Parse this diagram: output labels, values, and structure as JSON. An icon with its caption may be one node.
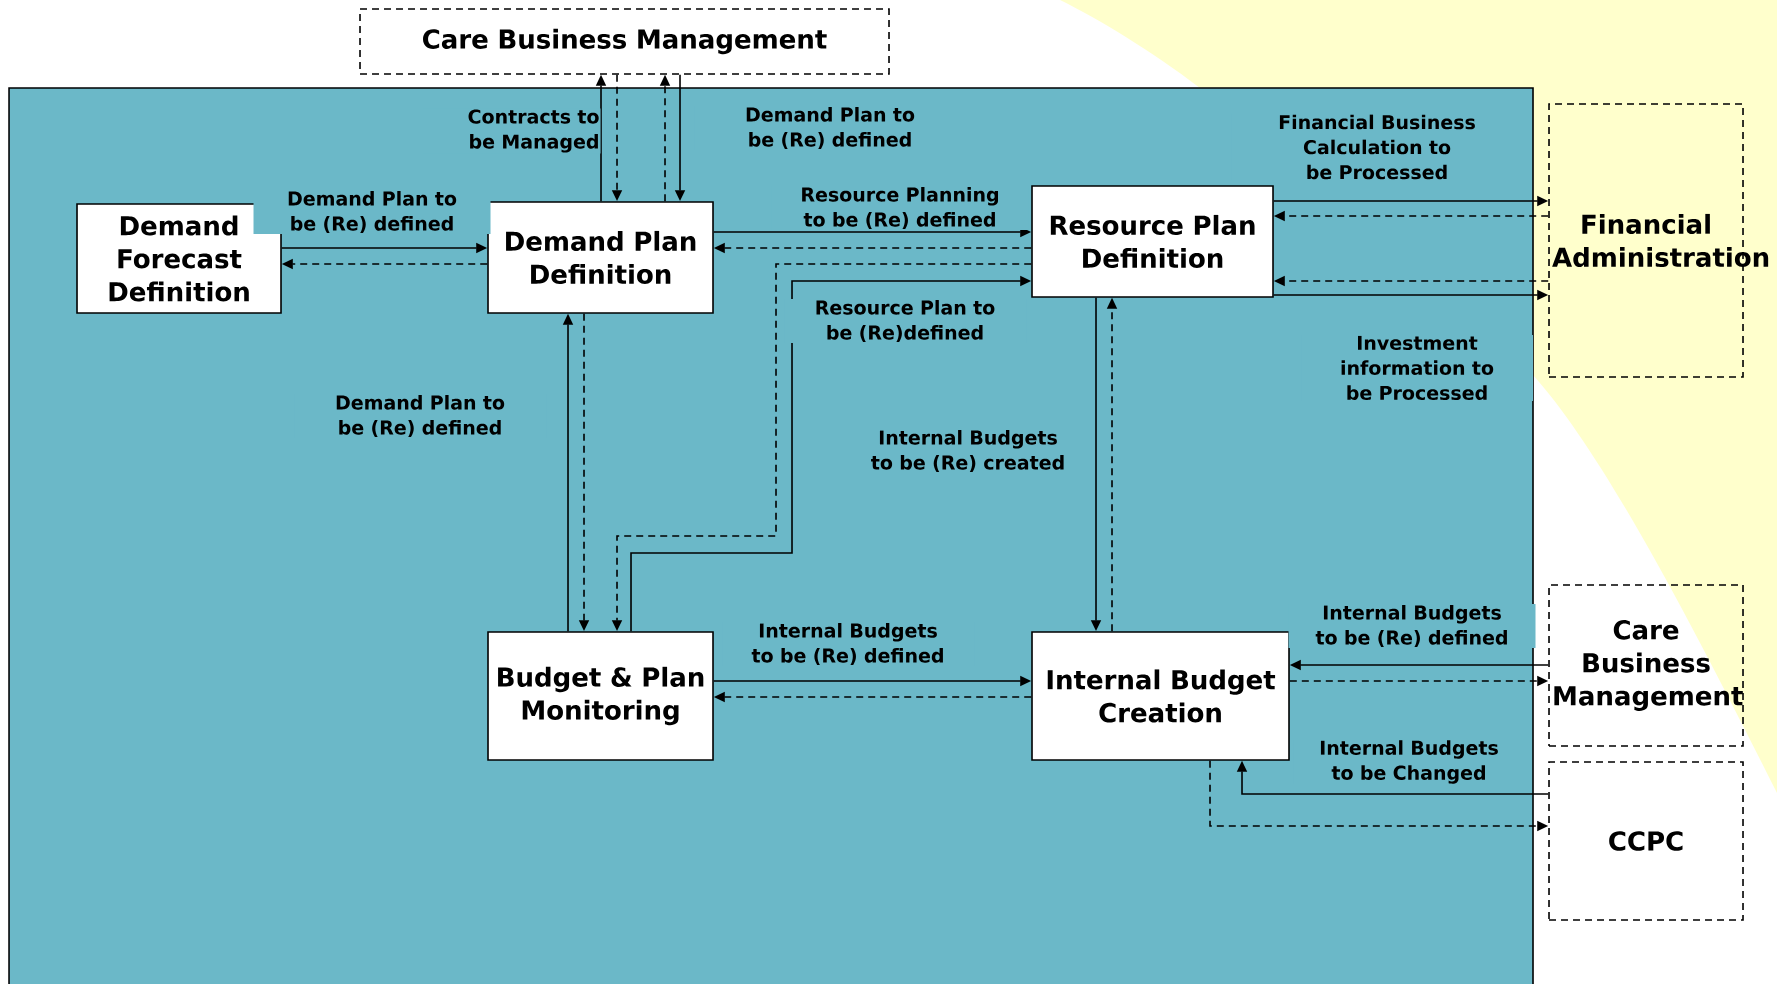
{
  "diagram": {
    "nodes": [
      {
        "text": [
          "Care Business Management"
        ]
      },
      {
        "text": [
          "Demand Forecast Definition"
        ]
      },
      {
        "text": [
          "Demand Plan Definition"
        ]
      },
      {
        "text": [
          "Resource Plan Definition"
        ]
      },
      {
        "text": [
          "Financial Administration"
        ]
      },
      {
        "text": [
          "Budget & Plan Monitoring"
        ]
      },
      {
        "text": [
          "Internal Budget Creation"
        ]
      },
      {
        "text": [
          "Care Business Management"
        ]
      },
      {
        "text": [
          "CCPC"
        ]
      }
    ],
    "edges": [
      {
        "from": 2,
        "to": 0,
        "arrow": "to",
        "label": "Contracts to be Managed"
      },
      {
        "from": 0,
        "to": 2,
        "arrow": "to",
        "style": "dashed"
      },
      {
        "from": 2,
        "to": 0,
        "arrow": "to",
        "style": "dashed"
      },
      {
        "from": 0,
        "to": 2,
        "arrow": "to",
        "label": "Demand Plan to be (Re) defined"
      },
      {
        "from": 1,
        "to": 2,
        "arrow": "to",
        "label": "Demand Plan to be (Re) defined"
      },
      {
        "from": 2,
        "to": 1,
        "arrow": "to",
        "style": "dashed"
      },
      {
        "from": 2,
        "to": 3,
        "arrow": "to",
        "label": "Resource Planning to be (Re) defined"
      },
      {
        "from": 3,
        "to": 2,
        "arrow": "to",
        "style": "dashed"
      },
      {
        "from": 3,
        "to": 5,
        "arrow": "to",
        "style": "dashed"
      },
      {
        "from": 5,
        "to": 3,
        "arrow": "to",
        "label": "Resource Plan to be (Re)defined"
      },
      {
        "from": 5,
        "to": 2,
        "arrow": "to",
        "label": "Demand Plan to be (Re) defined"
      },
      {
        "from": 2,
        "to": 5,
        "arrow": "to",
        "style": "dashed"
      },
      {
        "from": 3,
        "to": 6,
        "arrow": "to",
        "label": "Internal Budgets to be (Re) created"
      },
      {
        "from": 6,
        "to": 3,
        "arrow": "to",
        "style": "dashed"
      },
      {
        "from": 5,
        "to": 6,
        "arrow": "to",
        "label": "Internal Budgets to be (Re) defined"
      },
      {
        "from": 6,
        "to": 5,
        "arrow": "to",
        "style": "dashed"
      },
      {
        "from": 3,
        "to": 4,
        "arrow": "to",
        "label": "Financial Business Calculation to be Processed"
      },
      {
        "from": 4,
        "to": 3,
        "arrow": "to",
        "style": "dashed"
      },
      {
        "from": 4,
        "to": 3,
        "arrow": "to",
        "style": "dashed"
      },
      {
        "from": 3,
        "to": 4,
        "arrow": "to",
        "label": "Investment information to be Processed"
      },
      {
        "from": 7,
        "to": 6,
        "arrow": "to",
        "label": "Internal Budgets to be (Re) defined"
      },
      {
        "from": 6,
        "to": 7,
        "arrow": "to",
        "style": "dashed"
      },
      {
        "from": 8,
        "to": 6,
        "arrow": "to",
        "label": "Internal Budgets to be Changed"
      },
      {
        "from": 6,
        "to": 8,
        "arrow": "to",
        "style": "dashed"
      }
    ]
  }
}
